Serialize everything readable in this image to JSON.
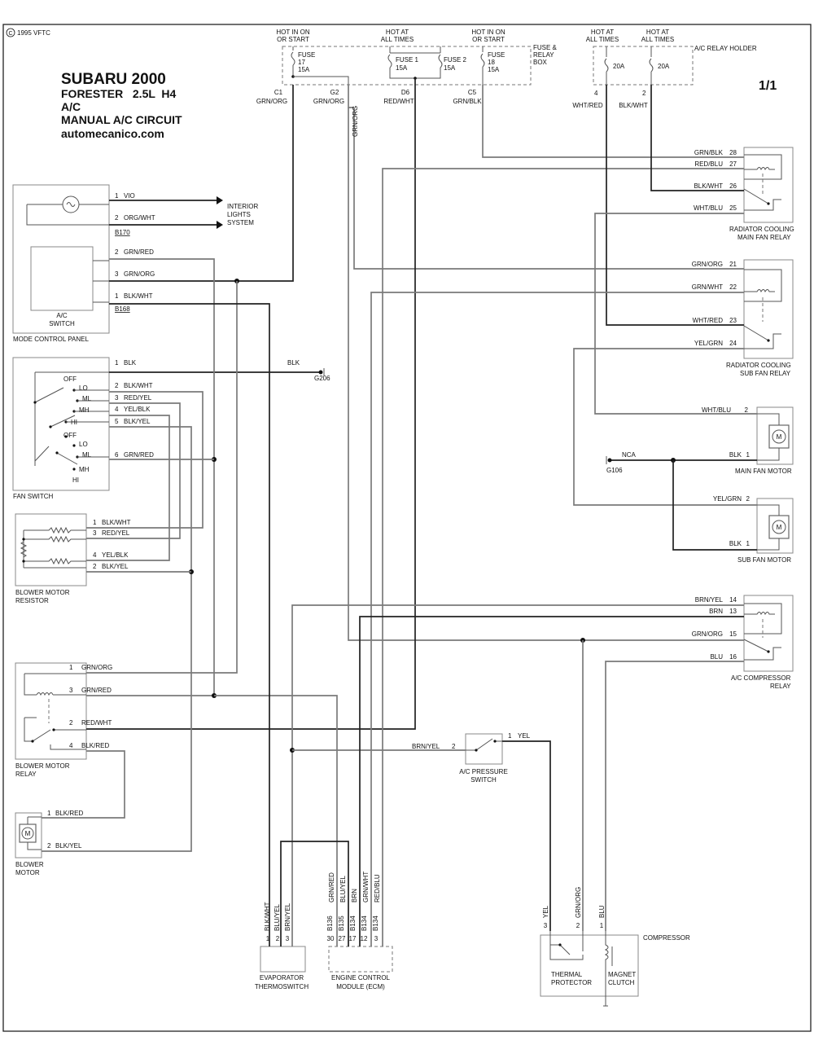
{
  "header": {
    "copyright": "1995 VFTC",
    "make": "SUBARU 2000",
    "model": "FORESTER   2.5L  H4",
    "system": "A/C",
    "circuit": "MANUAL A/C CIRCUIT",
    "website": "automecanico.com",
    "page": "1/1"
  },
  "fuse_box": {
    "fuse17": {
      "hot1": "HOT IN ON",
      "hot2": "OR START",
      "l1": "FUSE",
      "l2": "17",
      "l3": "15A",
      "conn": "C1",
      "wire": "GRN/ORG"
    },
    "g2": {
      "conn": "G2",
      "wire": "GRN/ORG"
    },
    "fuse12": {
      "hot1": "HOT AT",
      "hot2": "ALL TIMES",
      "f1": "FUSE 1",
      "f1a": "15A",
      "f2": "FUSE 2",
      "f2a": "15A",
      "conn": "D6",
      "wire": "RED/WHT"
    },
    "fuse18": {
      "hot1": "HOT IN ON",
      "hot2": "OR START",
      "l1": "FUSE",
      "l2": "18",
      "l3": "15A",
      "conn": "C5",
      "wire": "GRN/BLK"
    },
    "box_label": [
      "FUSE &",
      "RELAY",
      "BOX"
    ]
  },
  "relay_holder": {
    "hot_a1": "HOT AT",
    "hot_a2": "ALL TIMES",
    "hot_b1": "HOT AT",
    "hot_b2": "ALL TIMES",
    "label": "A/C RELAY HOLDER",
    "fuse_a": "20A",
    "fuse_b": "20A",
    "pin_a": "4",
    "pin_b": "2",
    "wire_a": "WHT/RED",
    "wire_b": "BLK/WHT"
  },
  "mode_panel": {
    "label": "MODE CONTROL PANEL",
    "switch_label": [
      "A/C",
      "SWITCH"
    ],
    "interior": [
      "INTERIOR",
      "LIGHTS",
      "SYSTEM"
    ],
    "pins": [
      {
        "pin": "1",
        "wire": "VIO"
      },
      {
        "pin": "2",
        "wire": "ORG/WHT"
      },
      {
        "pin": "2",
        "wire": "GRN/RED"
      },
      {
        "pin": "3",
        "wire": "GRN/ORG"
      },
      {
        "pin": "1",
        "wire": "BLK/WHT"
      }
    ],
    "conn_a": "B170",
    "conn_b": "B168"
  },
  "fan_switch": {
    "label": "FAN SWITCH",
    "positions_a": [
      "OFF",
      "LO",
      "ML",
      "MH",
      "HI"
    ],
    "positions_b": [
      "OFF",
      "LO",
      "ML",
      "MH",
      "HI"
    ],
    "pins": [
      {
        "pin": "1",
        "wire": "BLK"
      },
      {
        "pin": "2",
        "wire": "BLK/WHT"
      },
      {
        "pin": "3",
        "wire": "RED/YEL"
      },
      {
        "pin": "4",
        "wire": "YEL/BLK"
      },
      {
        "pin": "5",
        "wire": "BLK/YEL"
      },
      {
        "pin": "6",
        "wire": "GRN/RED"
      }
    ],
    "ground_wire": "BLK",
    "ground": "G206"
  },
  "resistor": {
    "label": [
      "BLOWER MOTOR",
      "RESISTOR"
    ],
    "pins": [
      {
        "pin": "1",
        "wire": "BLK/WHT"
      },
      {
        "pin": "3",
        "wire": "RED/YEL"
      },
      {
        "pin": "4",
        "wire": "YEL/BLK"
      },
      {
        "pin": "2",
        "wire": "BLK/YEL"
      }
    ]
  },
  "blower_relay": {
    "label": [
      "BLOWER MOTOR",
      "RELAY"
    ],
    "pins": [
      {
        "pin": "1",
        "wire": "GRN/ORG"
      },
      {
        "pin": "3",
        "wire": "GRN/RED"
      },
      {
        "pin": "2",
        "wire": "RED/WHT"
      },
      {
        "pin": "4",
        "wire": "BLK/RED"
      }
    ]
  },
  "blower_motor": {
    "label": [
      "BLOWER",
      "MOTOR"
    ],
    "pins": [
      {
        "pin": "1",
        "wire": "BLK/RED"
      },
      {
        "pin": "2",
        "wire": "BLK/YEL"
      }
    ],
    "symbol": "M"
  },
  "main_fan_relay": {
    "label": [
      "RADIATOR COOLING",
      "MAIN FAN RELAY"
    ],
    "pins": [
      {
        "pin": "28",
        "wire": "GRN/BLK"
      },
      {
        "pin": "27",
        "wire": "RED/BLU"
      },
      {
        "pin": "26",
        "wire": "BLK/WHT"
      },
      {
        "pin": "25",
        "wire": "WHT/BLU"
      }
    ]
  },
  "sub_fan_relay": {
    "label": [
      "RADIATOR COOLING",
      "SUB FAN RELAY"
    ],
    "pins": [
      {
        "pin": "21",
        "wire": "GRN/ORG"
      },
      {
        "pin": "22",
        "wire": "GRN/WHT"
      },
      {
        "pin": "23",
        "wire": "WHT/RED"
      },
      {
        "pin": "24",
        "wire": "YEL/GRN"
      }
    ]
  },
  "main_fan_motor": {
    "label": "MAIN FAN MOTOR",
    "pins": [
      {
        "pin": "2",
        "wire": "WHT/BLU"
      },
      {
        "pin": "1",
        "wire": "BLK"
      }
    ],
    "ground_wire": "NCA",
    "ground": "G106",
    "symbol": "M"
  },
  "sub_fan_motor": {
    "label": "SUB FAN MOTOR",
    "pins": [
      {
        "pin": "2",
        "wire": "YEL/GRN"
      },
      {
        "pin": "1",
        "wire": "BLK"
      }
    ],
    "symbol": "M"
  },
  "compressor_relay": {
    "label": [
      "A/C COMPRESSOR",
      "RELAY"
    ],
    "pins": [
      {
        "pin": "14",
        "wire": "BRN/YEL"
      },
      {
        "pin": "13",
        "wire": "BRN"
      },
      {
        "pin": "15",
        "wire": "GRN/ORG"
      },
      {
        "pin": "16",
        "wire": "BLU"
      }
    ]
  },
  "pressure_switch": {
    "label": [
      "A/C PRESSURE",
      "SWITCH"
    ],
    "pins": [
      {
        "pin": "2",
        "wire": "BRN/YEL"
      },
      {
        "pin": "1",
        "wire": "YEL"
      }
    ]
  },
  "thermoswitch": {
    "label": [
      "EVAPORATOR",
      "THERMOSWITCH"
    ],
    "wires": [
      "BLK/WHT",
      "BLU/YEL",
      "BRN/YEL"
    ],
    "pins": [
      "1",
      "2",
      "3"
    ]
  },
  "ecm": {
    "label": [
      "ENGINE CONTROL",
      "MODULE (ECM)"
    ],
    "conns": [
      "B136",
      "B135",
      "B134",
      "B134",
      "B134"
    ],
    "wires": [
      "GRN/RED",
      "BLU/YEL",
      "BRN",
      "GRN/WHT",
      "RED/BLU"
    ],
    "pins": [
      "30",
      "27",
      "17",
      "12",
      "3"
    ]
  },
  "compressor": {
    "label": "COMPRESSOR",
    "wires": [
      "YEL",
      "GRN/ORG",
      "BLU"
    ],
    "pins": [
      "3",
      "2",
      "1"
    ],
    "protector": [
      "THERMAL",
      "PROTECTOR"
    ],
    "clutch": [
      "MAGNET",
      "CLUTCH"
    ]
  }
}
